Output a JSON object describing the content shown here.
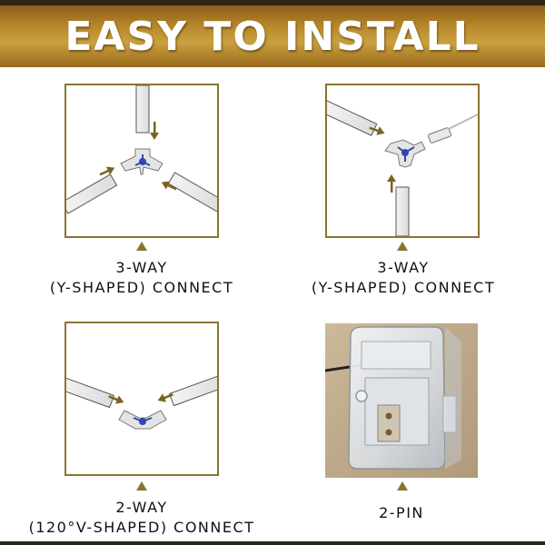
{
  "banner": {
    "title": "EASY TO INSTALL"
  },
  "panels": [
    {
      "line1": "3-WAY",
      "line2": "(Y-SHAPED) CONNECT"
    },
    {
      "line1": "3-WAY",
      "line2": "(Y-SHAPED) CONNECT"
    },
    {
      "line1": "2-WAY",
      "line2": "(120°V-SHAPED) CONNECT"
    },
    {
      "line1": "2-PIN"
    }
  ],
  "colors": {
    "accent_gold": "#8c7232",
    "arrow_olive": "#7b6420",
    "connector_blue": "#2f46b4",
    "banner_gold": "#b98a2b"
  }
}
